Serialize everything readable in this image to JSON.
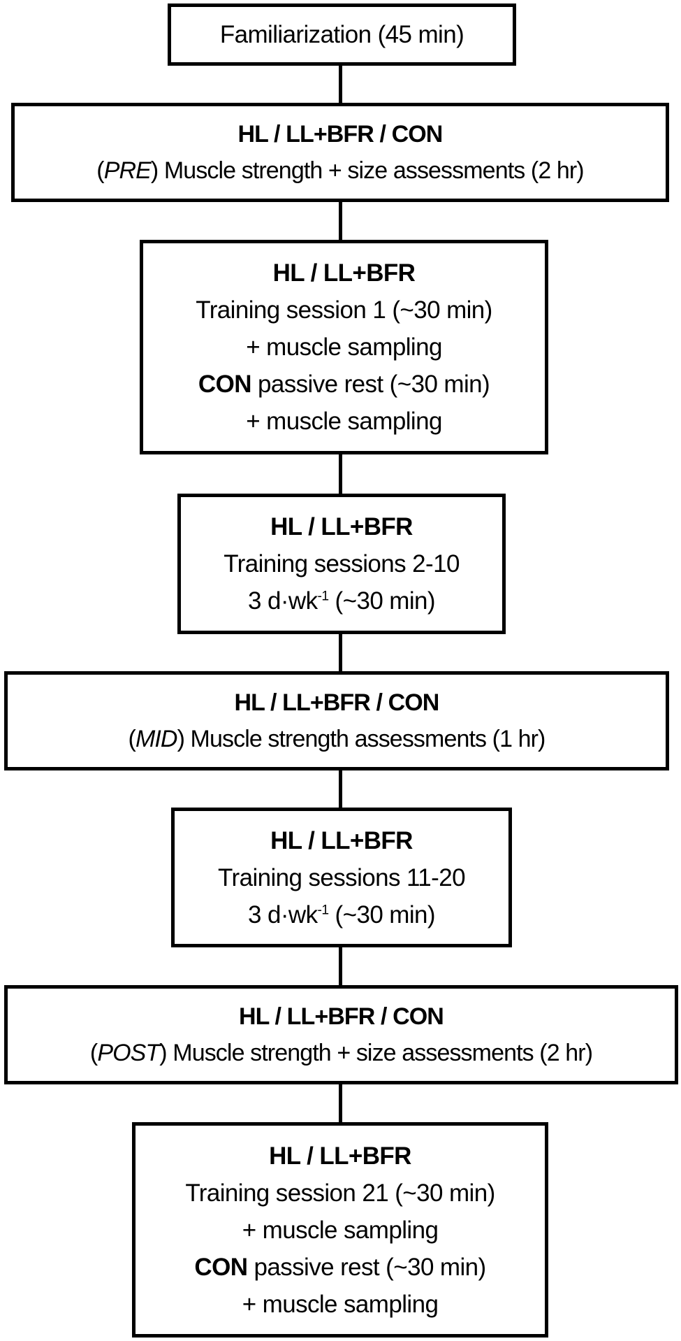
{
  "diagram": {
    "type": "flowchart",
    "direction": "top-to-bottom",
    "colors": {
      "border": "#000000",
      "background": "#ffffff",
      "text": "#000000"
    },
    "steps": [
      {
        "id": "familiarization",
        "lines": [
          {
            "text": "Familiarization (45 min)"
          }
        ]
      },
      {
        "id": "pre-assessment",
        "groups_label": "HL / LL+BFR / CON",
        "timepoint": "PRE",
        "description": " Muscle strength + size assessments (2 hr)"
      },
      {
        "id": "training-session-1",
        "groups_label": "HL / LL+BFR",
        "line1": "Training session 1 (~30 min)",
        "line2": "+ muscle sampling",
        "control_label": "CON",
        "control_text": " passive rest (~30 min)",
        "line4": "+ muscle sampling"
      },
      {
        "id": "training-sessions-2-10",
        "groups_label": "HL / LL+BFR",
        "line1": "Training sessions 2-10",
        "freq_prefix": "3 d·wk",
        "freq_exp": "-1",
        "freq_suffix": " (~30 min)"
      },
      {
        "id": "mid-assessment",
        "groups_label": "HL / LL+BFR / CON",
        "timepoint": "MID",
        "description": " Muscle strength assessments (1 hr)"
      },
      {
        "id": "training-sessions-11-20",
        "groups_label": "HL / LL+BFR",
        "line1": "Training sessions 11-20",
        "freq_prefix": "3 d·wk",
        "freq_exp": "-1",
        "freq_suffix": " (~30 min)"
      },
      {
        "id": "post-assessment",
        "groups_label": "HL / LL+BFR / CON",
        "timepoint": "POST",
        "description": " Muscle strength + size assessments (2 hr)"
      },
      {
        "id": "training-session-21",
        "groups_label": "HL / LL+BFR",
        "line1": "Training session 21 (~30 min)",
        "line2": "+ muscle sampling",
        "control_label": "CON",
        "control_text": " passive rest (~30 min)",
        "line4": "+ muscle sampling"
      }
    ]
  }
}
